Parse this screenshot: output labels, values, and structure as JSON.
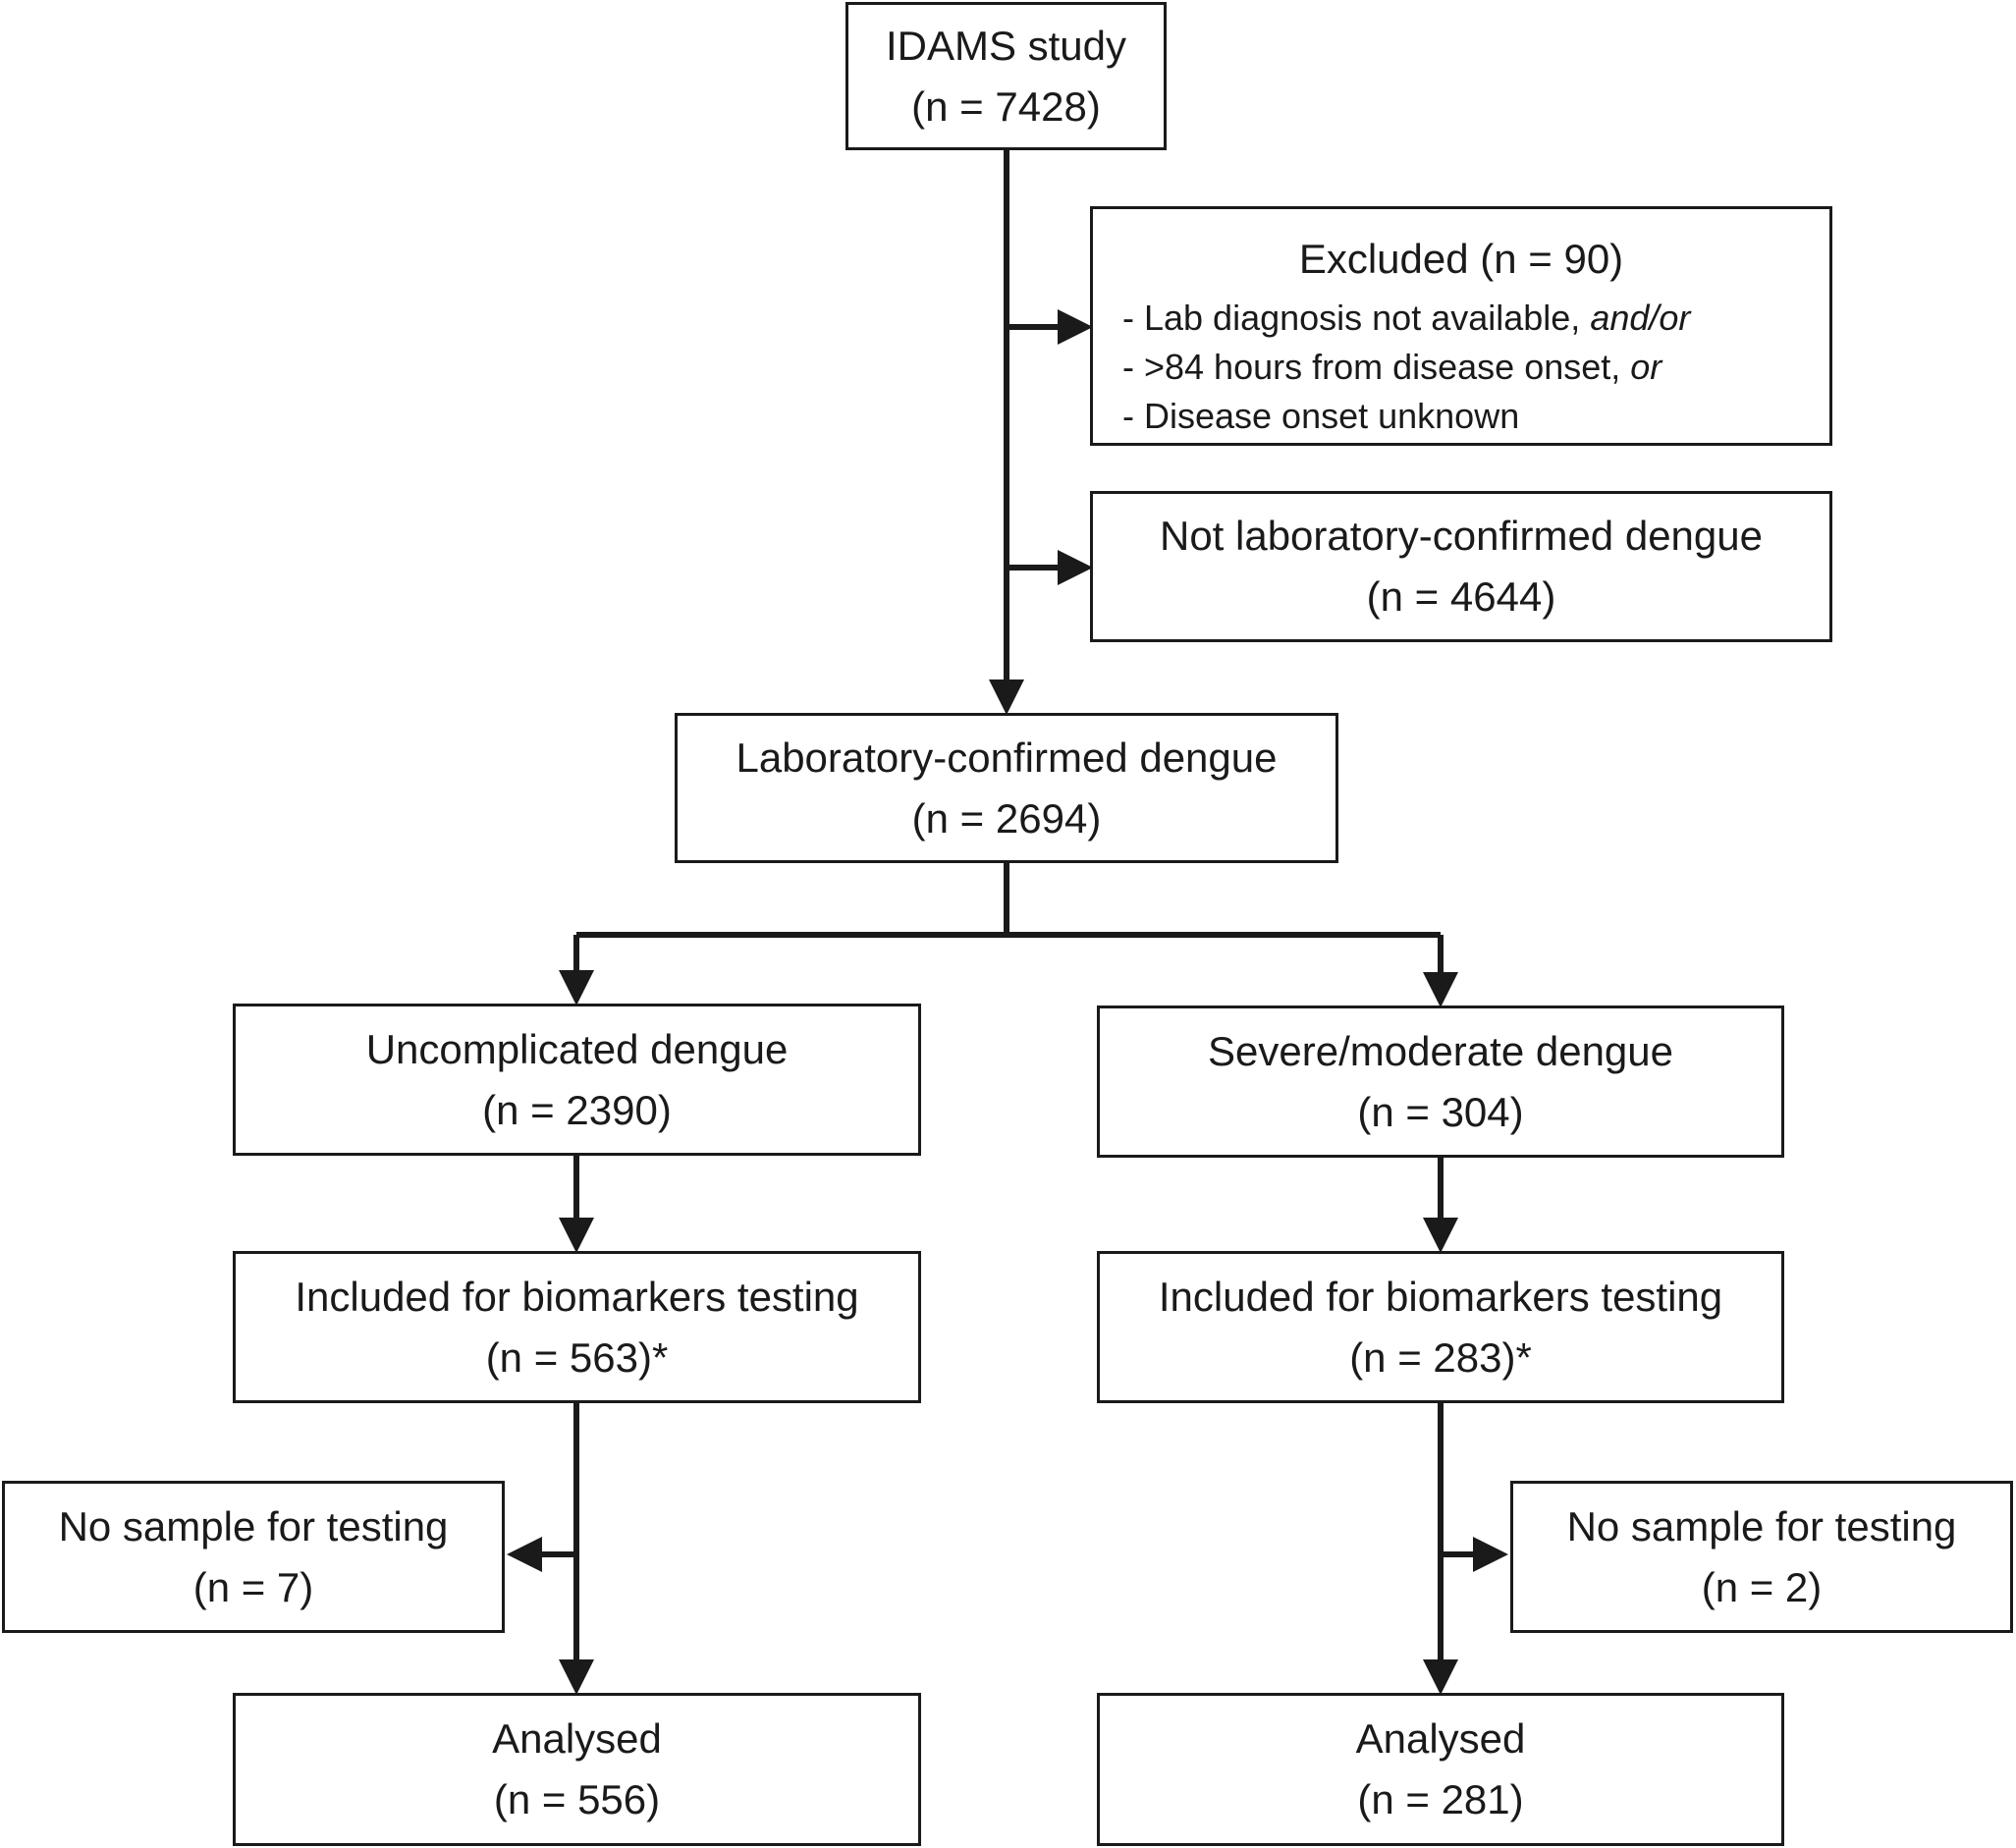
{
  "flow": {
    "idams": {
      "title": "IDAMS study",
      "count": "(n = 7428)"
    },
    "excluded": {
      "title": "Excluded (n = 90)",
      "items": [
        {
          "text": "- Lab diagnosis not available, ",
          "emph": "and/or"
        },
        {
          "text": "- >84 hours from disease onset, ",
          "emph": "or"
        },
        {
          "text": "- Disease onset unknown",
          "emph": ""
        }
      ]
    },
    "not_confirmed": {
      "title": "Not laboratory-confirmed dengue",
      "count": "(n = 4644)"
    },
    "confirmed": {
      "title": "Laboratory-confirmed dengue",
      "count": "(n = 2694)"
    },
    "uncomplicated": {
      "title": "Uncomplicated dengue",
      "count": "(n = 2390)"
    },
    "severe": {
      "title": "Severe/moderate dengue",
      "count": "(n = 304)"
    },
    "included_left": {
      "title": "Included for biomarkers testing",
      "count": "(n = 563)*"
    },
    "included_right": {
      "title": "Included for biomarkers testing",
      "count": "(n = 283)*"
    },
    "no_sample_left": {
      "title": "No sample for testing",
      "count": "(n = 7)"
    },
    "no_sample_right": {
      "title": "No sample for testing",
      "count": "(n = 2)"
    },
    "analysed_left": {
      "title": "Analysed",
      "count": "(n = 556)"
    },
    "analysed_right": {
      "title": "Analysed",
      "count": "(n = 281)"
    }
  }
}
